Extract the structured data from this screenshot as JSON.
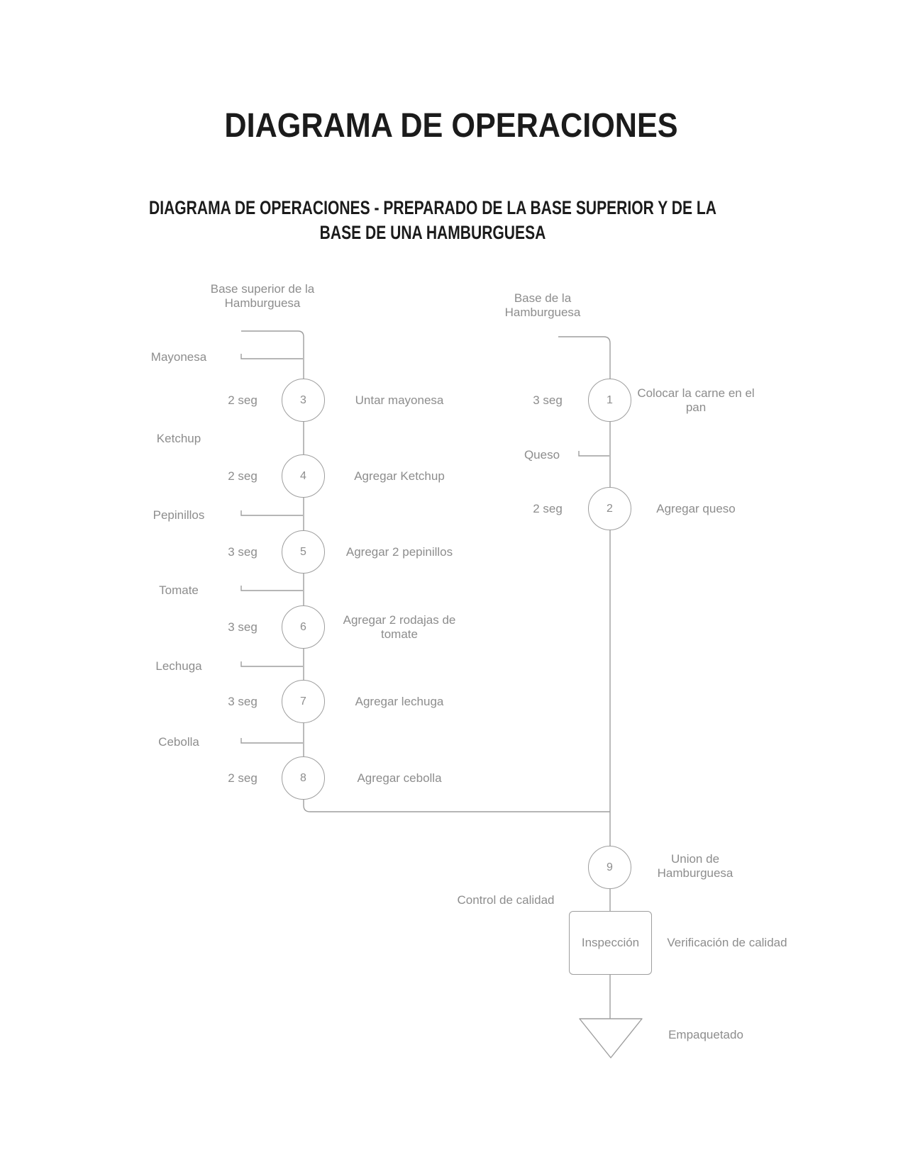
{
  "page": {
    "title": "DIAGRAMA DE OPERACIONES",
    "subtitle": "DIAGRAMA DE OPERACIONES - PREPARADO DE LA BASE SUPERIOR Y DE LA\nBASE DE UNA HAMBURGUESA"
  },
  "colors": {
    "background": "#ffffff",
    "heading_text": "#1b1b1b",
    "diagram_line": "#9e9e9e",
    "diagram_text": "#8d8d8d"
  },
  "left_branch": {
    "header": "Base superior de la\nHamburguesa",
    "ingredients": [
      {
        "label": "Mayonesa"
      },
      {
        "label": "Ketchup"
      },
      {
        "label": "Pepinillos"
      },
      {
        "label": "Tomate"
      },
      {
        "label": "Lechuga"
      },
      {
        "label": "Cebolla"
      }
    ],
    "steps": [
      {
        "time": "2 seg",
        "number": "3",
        "label": "Untar mayonesa"
      },
      {
        "time": "2 seg",
        "number": "4",
        "label": "Agregar Ketchup"
      },
      {
        "time": "3 seg",
        "number": "5",
        "label": "Agregar 2 pepinillos"
      },
      {
        "time": "3 seg",
        "number": "6",
        "label": "Agregar 2 rodajas de tomate"
      },
      {
        "time": "3 seg",
        "number": "7",
        "label": "Agregar lechuga"
      },
      {
        "time": "2 seg",
        "number": "8",
        "label": "Agregar cebolla"
      }
    ]
  },
  "right_branch": {
    "header": "Base de la\nHamburguesa",
    "ingredient": "Queso",
    "steps": [
      {
        "time": "3 seg",
        "number": "1",
        "label": "Colocar la carne en el pan"
      },
      {
        "time": "2 seg",
        "number": "2",
        "label": "Agregar queso"
      }
    ]
  },
  "final": {
    "union_number": "9",
    "union_label": "Union de\nHamburguesa",
    "control_label": "Control de calidad",
    "inspection_box_label": "Inspección",
    "inspection_side_label": "Verificación de calidad",
    "storage_label": "Empaquetado"
  }
}
